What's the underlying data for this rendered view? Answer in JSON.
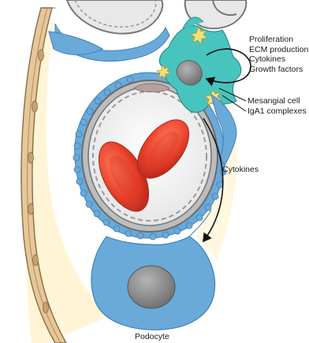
{
  "labels": {
    "effects": [
      "Proliferation",
      "ECM production",
      "Cytokines",
      "Growth factors"
    ],
    "mesangial_cell": "Mesangial cell",
    "iga1_complexes": "IgA1 complexes",
    "cytokines": "Cytokines",
    "podocyte": "Podocyte"
  },
  "colors": {
    "mesangial": "#48c4bf",
    "podocyte_blue": "#6aaad9",
    "capillary_wall": "#888888",
    "red_cell": "#e8402a",
    "bowman_space": "#fff4d2",
    "iga_star": "#f2e07a"
  }
}
